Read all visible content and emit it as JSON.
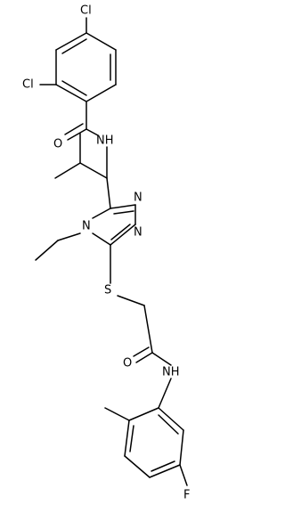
{
  "molecule": {
    "atom_labels": {
      "cl_para": "Cl",
      "cl_ortho": "Cl",
      "amide_o_top": "O",
      "amide_nh_top": "NH",
      "triazole_n_a": "N",
      "triazole_n_b": "N",
      "triazole_n4": "N",
      "sulfur": "S",
      "amide_o_bottom": "O",
      "amide_nh_bottom": "NH",
      "fluorine": "F"
    }
  }
}
